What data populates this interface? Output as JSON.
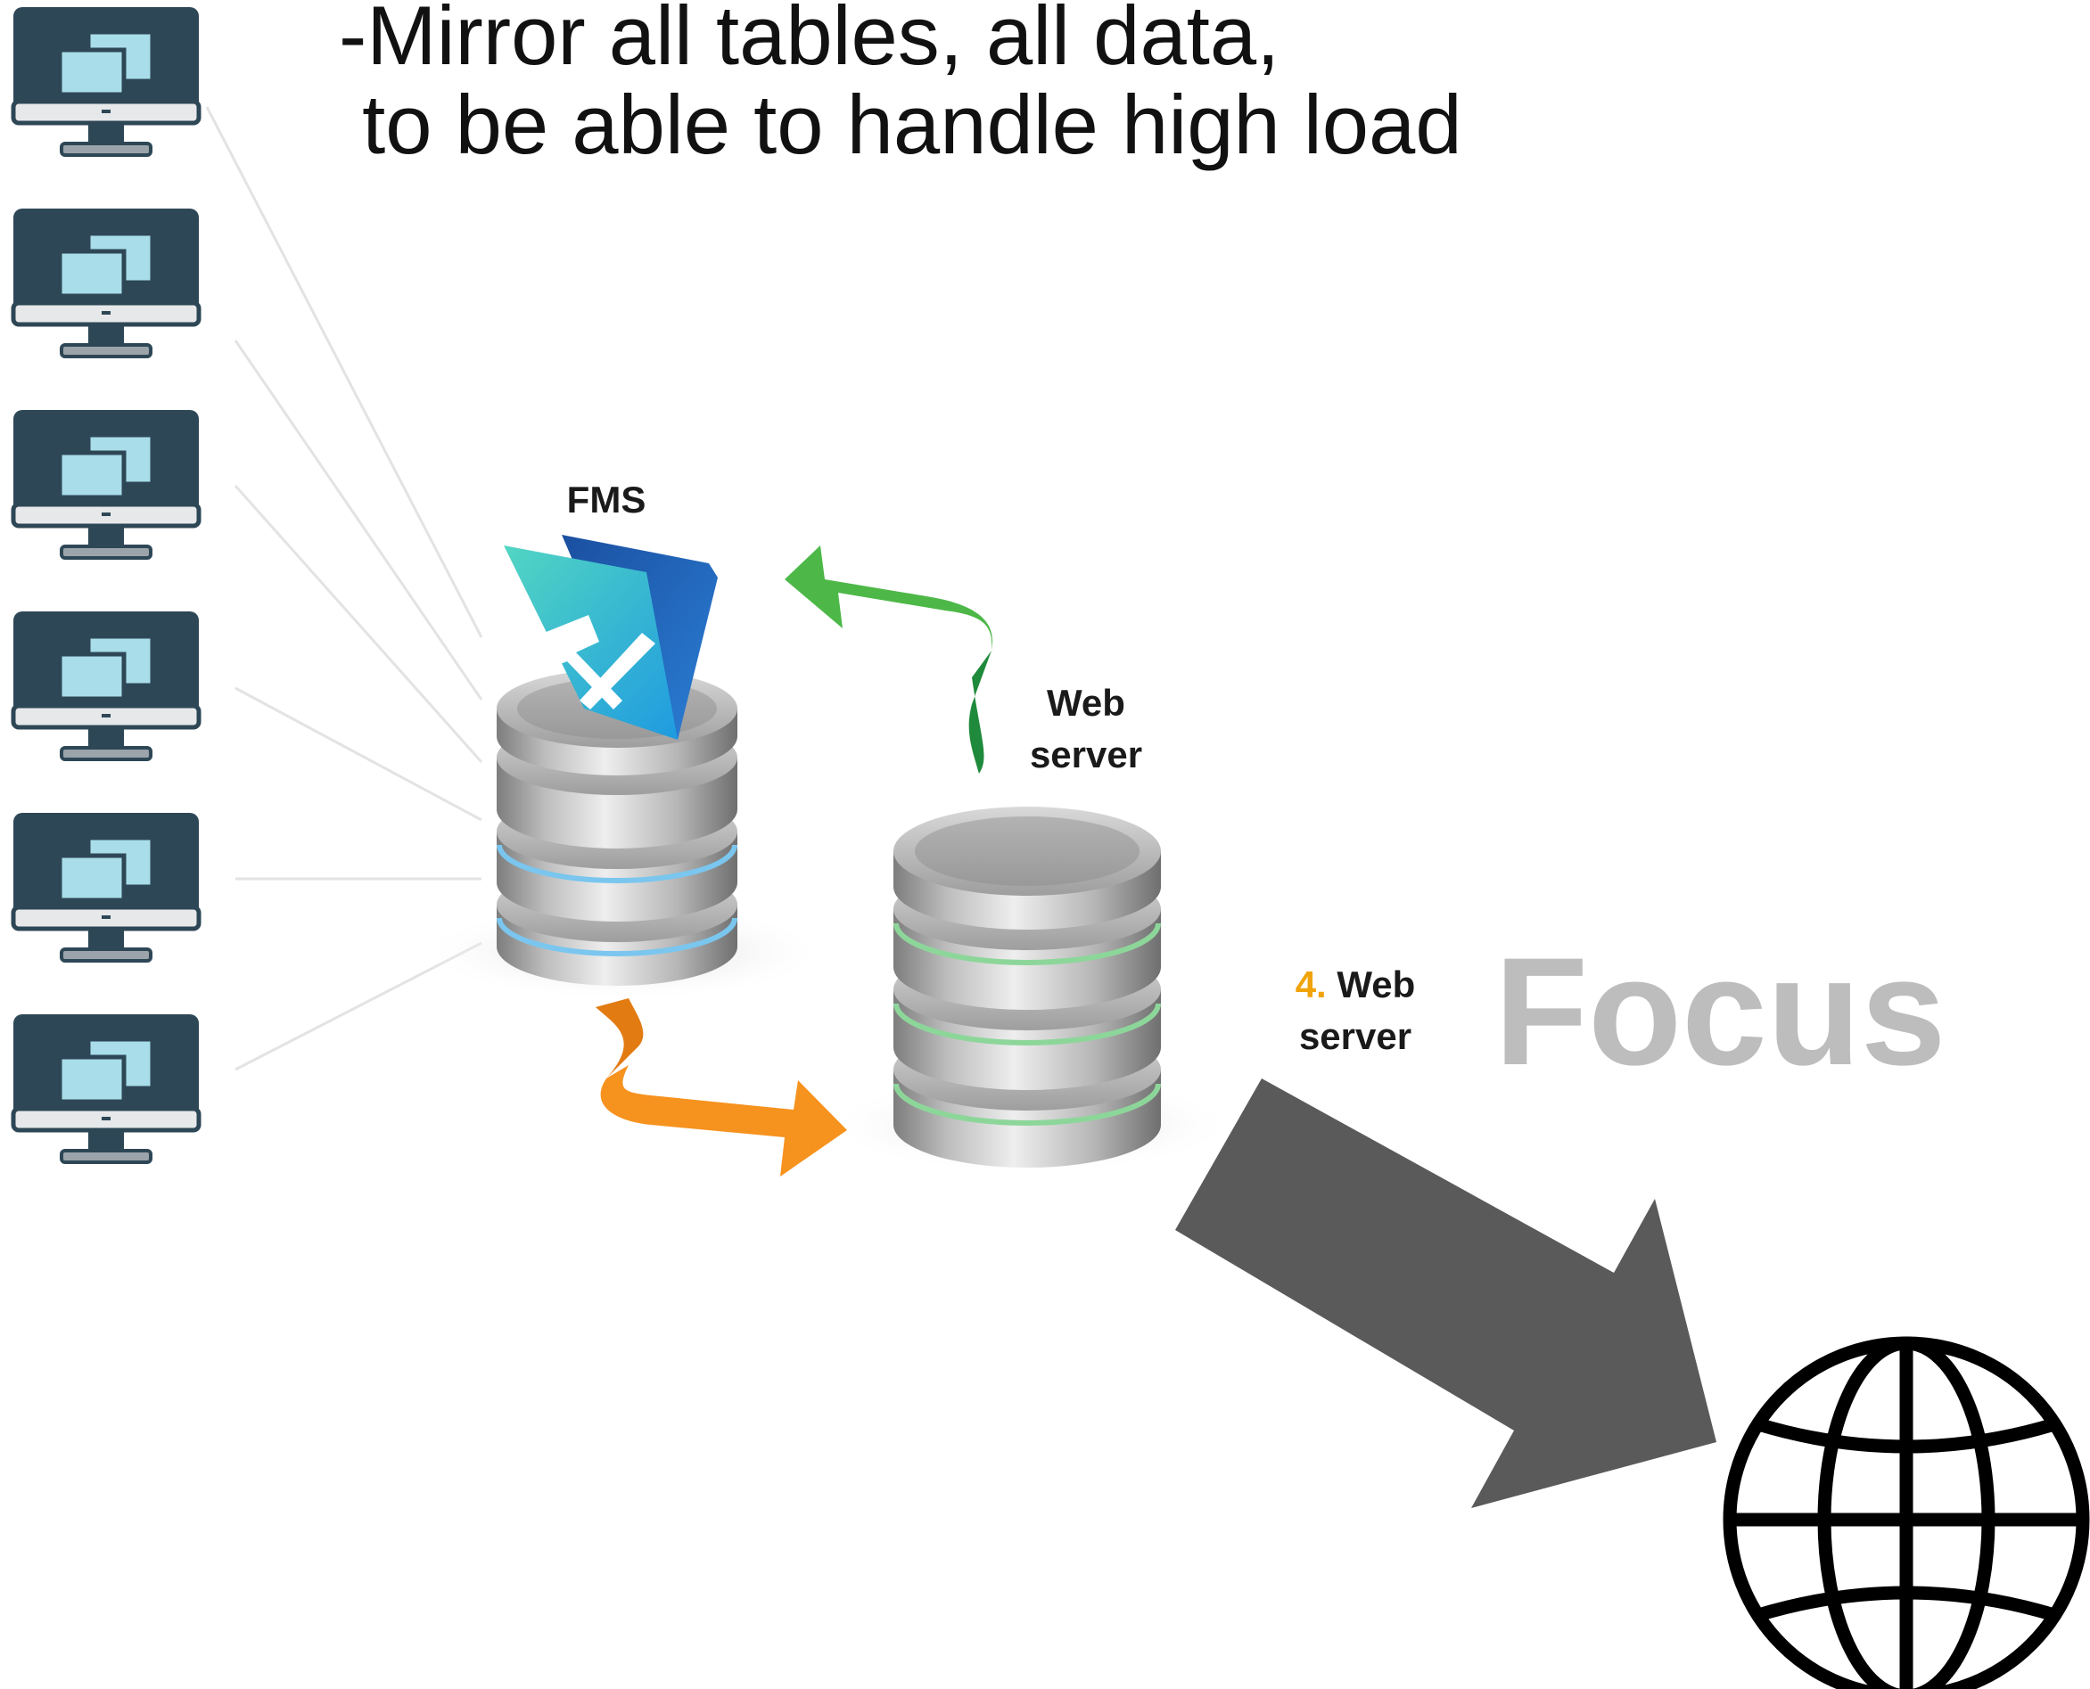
{
  "heading": {
    "line1": "-Mirror all tables, all data,",
    "line2": " to be able to handle high load"
  },
  "labels": {
    "fms": "FMS",
    "web_server": "Web\nserver",
    "step_number": "4.",
    "step_text": " Web\nserver",
    "focus": "Focus"
  },
  "clients": [
    "workstation",
    "workstation",
    "workstation",
    "workstation",
    "workstation",
    "workstation"
  ],
  "icons": {
    "workstation": "desktop-monitor-icon",
    "fms_app": "filemaker-server-icon",
    "internet": "globe-icon"
  },
  "colors": {
    "monitor_frame": "#2e4756",
    "monitor_screen": "#a8dde9",
    "fms_ring": "#7ac6ee",
    "web_ring": "#8dd69a",
    "sync_arrow_up": "#4db848",
    "sync_arrow_down": "#f6921e",
    "traffic_arrow": "#5a5a5a",
    "step_number": "#f0a30a",
    "focus_text": "#bdbdbd"
  }
}
